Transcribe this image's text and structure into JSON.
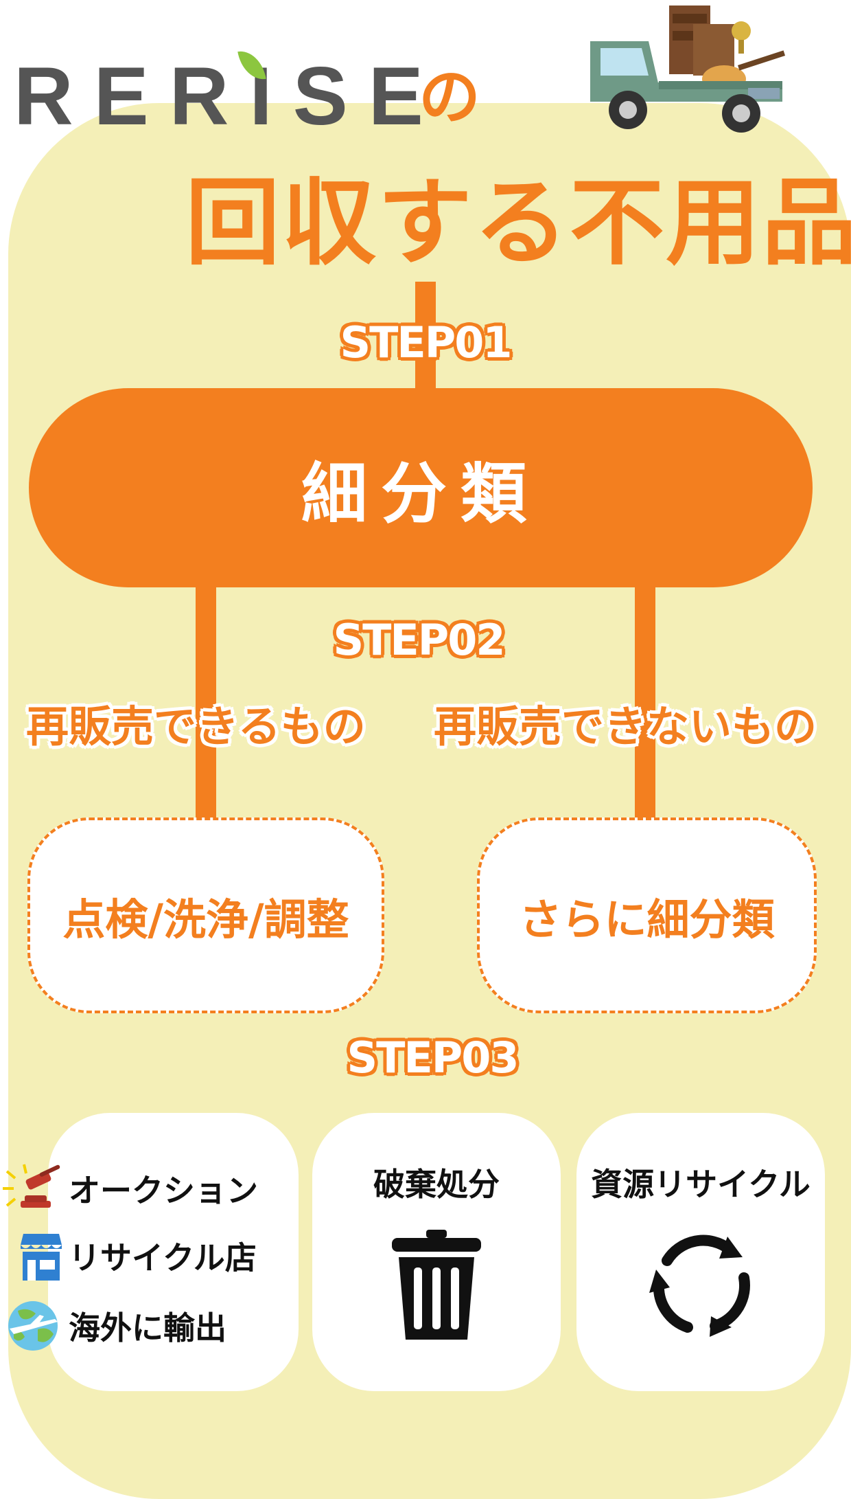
{
  "brand": {
    "name": "RERISE",
    "suffix": "の"
  },
  "title": "回収する不用品",
  "steps": {
    "step1": "STEP01",
    "step2": "STEP02",
    "step3": "STEP03"
  },
  "classification": "細分類",
  "branches": {
    "left": "再販売できるもの",
    "right": "再販売できないもの"
  },
  "process": {
    "left": "点検/洗浄/調整",
    "right": "さらに細分類"
  },
  "outcomes": {
    "resale_items": [
      {
        "label": "オークション",
        "icon": "auction-gavel-icon"
      },
      {
        "label": "リサイクル店",
        "icon": "shop-icon"
      },
      {
        "label": "海外に輸出",
        "icon": "globe-airplane-icon"
      }
    ],
    "disposal": {
      "label": "破棄処分",
      "icon": "trash-icon"
    },
    "recycle": {
      "label": "資源リサイクル",
      "icon": "recycle-icon"
    }
  },
  "colors": {
    "accent": "#f37f1f",
    "panel": "#f4efb7",
    "logo_gray": "#555555",
    "leaf_green": "#8cc63f"
  }
}
